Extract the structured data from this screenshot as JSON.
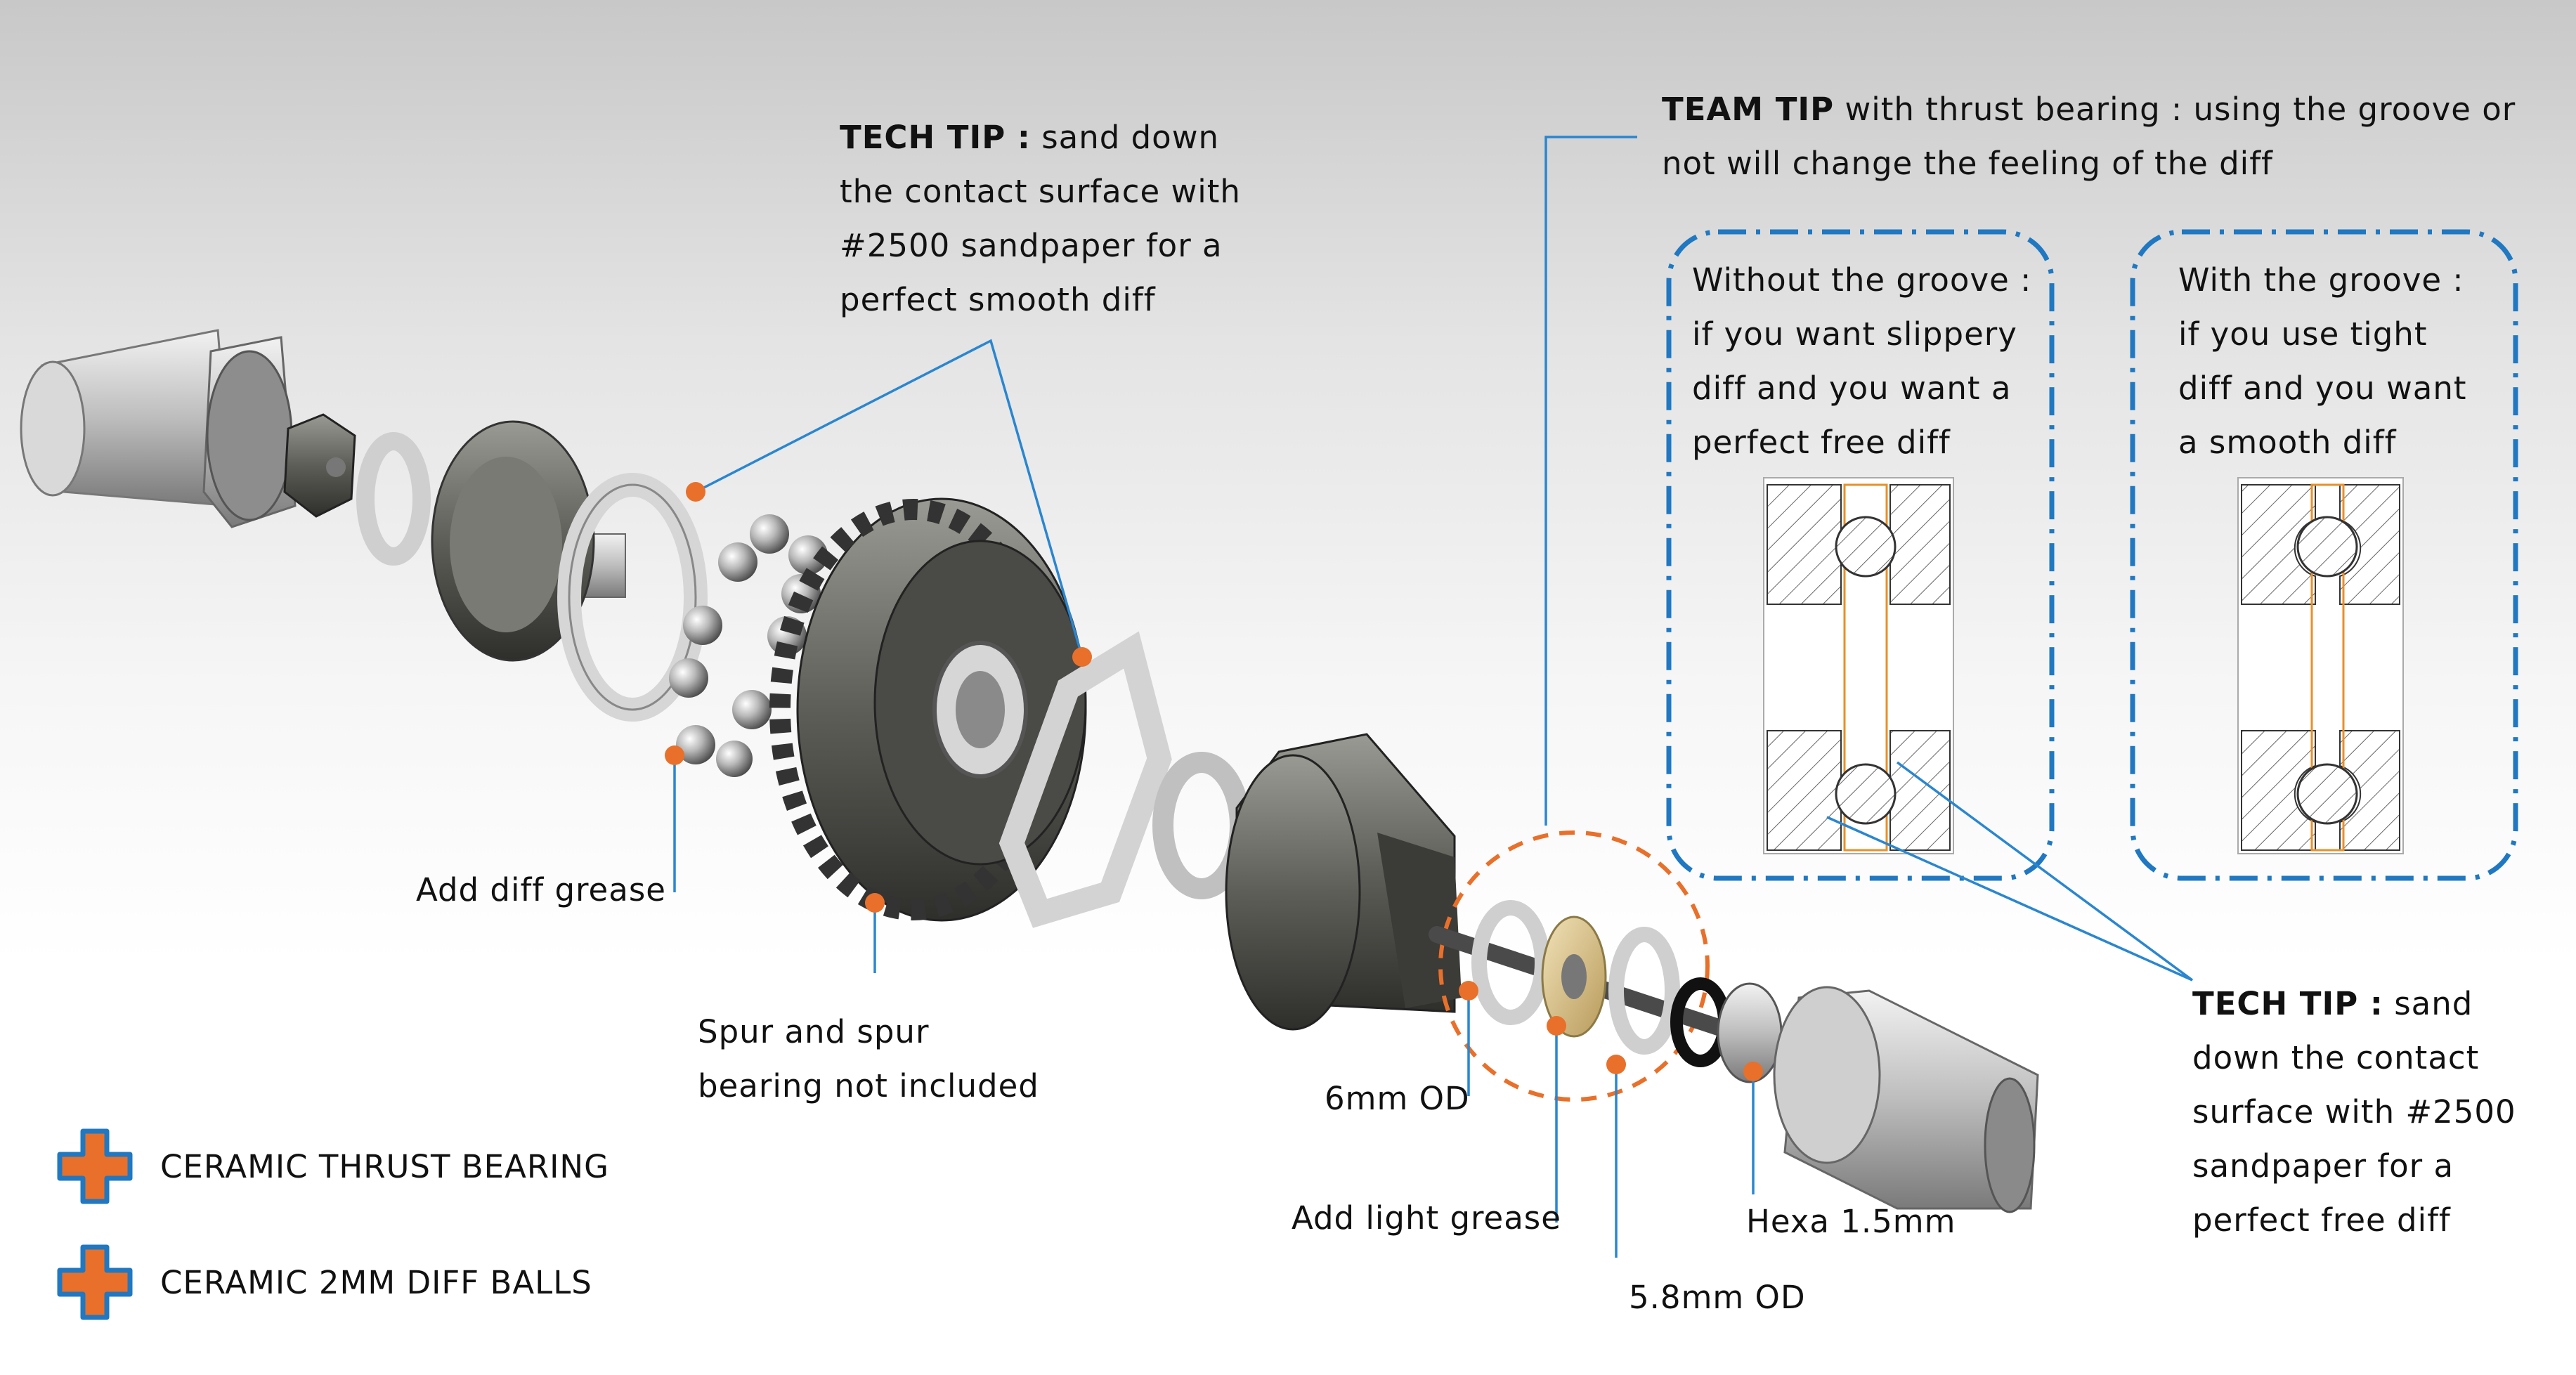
{
  "callouts": {
    "tech_tip_top": {
      "heading": "TECH TIP :",
      "lines": [
        "sand down",
        "the contact surface with",
        "#2500 sandpaper for a",
        "perfect smooth diff"
      ]
    },
    "team_tip": {
      "heading": "TEAM TIP",
      "lines": [
        "with thrust bearing : using the groove or",
        "not will change the feeling of the diff"
      ]
    },
    "without_groove": {
      "lines": [
        "Without the groove :",
        "if you want slippery",
        "diff and you want a",
        "perfect free diff"
      ]
    },
    "with_groove": {
      "lines": [
        "With the groove :",
        "if you use tight",
        "diff and you want",
        "a smooth diff"
      ]
    },
    "tech_tip_right": {
      "heading": "TECH TIP :",
      "lines": [
        "sand",
        "down the contact",
        "surface with #2500",
        "sandpaper for a",
        "perfect free diff"
      ]
    }
  },
  "labels": {
    "diff_grease": "Add diff grease",
    "spur_line1": "Spur and spur",
    "spur_line2": "bearing not included",
    "od_6mm": "6mm OD",
    "light_grease": "Add light grease",
    "hexa": "Hexa 1.5mm",
    "od_58mm": "5.8mm OD"
  },
  "legend": [
    {
      "label": "CERAMIC THRUST BEARING",
      "icon": "orange-plus-icon"
    },
    {
      "label": "CERAMIC 2MM DIFF BALLS",
      "icon": "orange-plus-icon"
    }
  ],
  "colors": {
    "accent_orange": "#e8702a",
    "accent_blue": "#1f78c1",
    "leader_line": "#2a86cf",
    "metal_dark": "#5a5a55",
    "metal_light": "#cfcfcf"
  }
}
